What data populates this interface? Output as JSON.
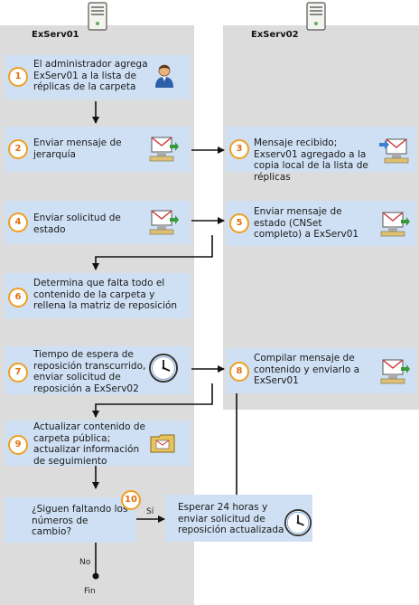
{
  "servers": {
    "left": "ExServ01",
    "right": "ExServ02"
  },
  "steps": {
    "s1": {
      "num": "1",
      "text": "El administrador agrega ExServ01 a la lista de réplicas de la carpeta"
    },
    "s2": {
      "num": "2",
      "text": "Enviar mensaje de jerarquía"
    },
    "s3": {
      "num": "3",
      "text": "Mensaje recibido; Exserv01 agregado a la copia local de la lista de réplicas"
    },
    "s4": {
      "num": "4",
      "text": "Enviar solicitud de estado"
    },
    "s5": {
      "num": "5",
      "text": "Enviar mensaje de estado (CNSet completo) a ExServ01"
    },
    "s6": {
      "num": "6",
      "text": "Determina que falta todo el contenido de la carpeta y rellena la matriz de reposición"
    },
    "s7": {
      "num": "7",
      "text": "Tiempo de espera de reposición transcurrido, enviar solicitud de reposición a ExServ02"
    },
    "s8": {
      "num": "8",
      "text": "Compilar mensaje de contenido y enviarlo a ExServ01"
    },
    "s9": {
      "num": "9",
      "text": "Actualizar contenido de carpeta pública; actualizar información de seguimiento"
    },
    "s10": {
      "num": "10",
      "text": "¿Siguen faltando los números de cambio?"
    },
    "s11": {
      "text": "Esperar 24 horas y enviar solicitud de reposición actualizada"
    }
  },
  "labels": {
    "yes": "Sí",
    "no": "No",
    "end": "Fin"
  },
  "icons": {
    "server": "server-icon",
    "user": "user-icon",
    "send": "send-message-icon",
    "receive": "receive-message-icon",
    "clock": "clock-icon",
    "folder": "public-folder-icon"
  },
  "colors": {
    "lane": "#dcdcdc",
    "box": "#cfe0f4",
    "badge": "#f0a020",
    "line": "#111111"
  }
}
